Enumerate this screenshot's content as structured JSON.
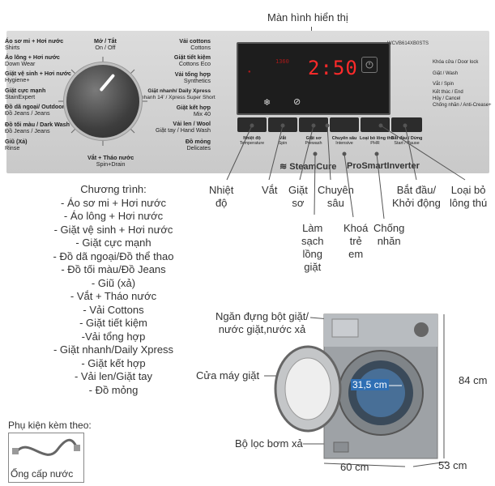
{
  "top_label": "Màn hình hiển thị",
  "model_code": "WCVB614XB0STS",
  "display_time": "2:50",
  "display_small": "1360",
  "dial_left": [
    {
      "vi": "Áo sơ mi + Hơi nước",
      "en": "Shirts"
    },
    {
      "vi": "Áo lông + Hơi nước",
      "en": "Down Wear"
    },
    {
      "vi": "Giặt vệ sinh + Hơi nước",
      "en": "Hygiene+"
    },
    {
      "vi": "Giặt cực mạnh",
      "en": "StainExpert"
    },
    {
      "vi": "Đồ dã ngoại/ Outdoor",
      "en": ""
    },
    {
      "vi": "Đồ Jeans / Jeans",
      "en": ""
    },
    {
      "vi": "Đồ tối màu / Dark Wash",
      "en": ""
    },
    {
      "vi": "Đồ Jeans / Jeans",
      "en": ""
    },
    {
      "vi": "Giũ (Xả)",
      "en": "Rinse"
    }
  ],
  "dial_top": {
    "vi": "Mở / Tắt",
    "en": "On / Off"
  },
  "dial_bottom": {
    "vi": "Vắt + Tháo nước",
    "en": "Spin+Drain"
  },
  "dial_right": [
    {
      "vi": "Vải cottons",
      "en": "Cottons"
    },
    {
      "vi": "Giặt tiết kiệm",
      "en": "Cottons Eco"
    },
    {
      "vi": "Vải tổng hợp",
      "en": "Synthetics"
    },
    {
      "vi": "Giặt nhanh/ Daily Xpress",
      "en": "Giặt nhanh 14' / Xpress Super Short"
    },
    {
      "vi": "Giặt kết hợp",
      "en": "Mix 40"
    },
    {
      "vi": "Vải len / Wool",
      "en": "Giặt tay / Hand Wash"
    },
    {
      "vi": "Đồ mỏng",
      "en": "Delicates"
    }
  ],
  "side_labels": [
    {
      "vi": "Khóa cửa / Door lock"
    },
    {
      "vi": "Giặt / Wash"
    },
    {
      "vi": "Vắt / Spin"
    },
    {
      "vi": "Kết thúc / End"
    },
    {
      "vi": "Hủy / Cancel"
    },
    {
      "vi": "Chống nhăn / Anti-Crease+"
    }
  ],
  "button_labels": [
    {
      "vi": "Nhiệt độ",
      "en": "Temperature"
    },
    {
      "vi": "Vắt",
      "en": "Spin"
    },
    {
      "vi": "Giặt sơ",
      "en": "Prewash"
    },
    {
      "vi": "Chuyên sâu",
      "en": "Intensive"
    },
    {
      "vi": "Loại bỏ lông thú",
      "en": "PHR"
    },
    {
      "vi": "Bắt đầu / Dừng",
      "en": "Start / Pause"
    }
  ],
  "brand_steam": "SteamCure",
  "brand_inverter": "ProSmartInverter",
  "annotations": {
    "temp": "Nhiệt\nđộ",
    "spin": "Vắt",
    "prewash": "Giặt\nsơ",
    "intensive": "Chuyên\nsâu",
    "drum_clean": "Làm\nsạch\nlồng\ngiặt",
    "child_lock": "Khoá\ntrẻ\nem",
    "anti_crease": "Chống\nnhăn",
    "start": "Bắt đầu/\nKhởi động",
    "pet_hair": "Loại bỏ\nlông thú"
  },
  "programs_title": "Chương trình:",
  "programs": [
    "- Áo sơ mi + Hơi nước",
    "- Áo lông + Hơi nước",
    "- Giặt vệ sinh + Hơi nước",
    "- Giặt cực mạnh",
    "- Đồ dã ngoại/Đồ thể thao",
    "- Đồ tối màu/Đồ Jeans",
    "- Giũ (xả)",
    "- Vắt + Tháo nước",
    "- Vải Cottons",
    "- Giặt tiết kiệm",
    "-Vải tổng hợp",
    "- Giặt nhanh/Daily Xpress",
    "- Giặt kết hợp",
    "- Vải len/Giặt tay",
    "- Đồ mỏng"
  ],
  "accessory_title": "Phụ kiện kèm theo:",
  "accessory_item": "Ống cấp nước",
  "washer_labels": {
    "detergent": "Ngăn đựng bột giặt/\nnước giặt,nước xả",
    "door": "Cửa máy giặt",
    "filter": "Bộ lọc bơm xả",
    "door_size": "31,5 cm",
    "height": "84 cm",
    "width": "60 cm",
    "depth": "53 cm"
  }
}
